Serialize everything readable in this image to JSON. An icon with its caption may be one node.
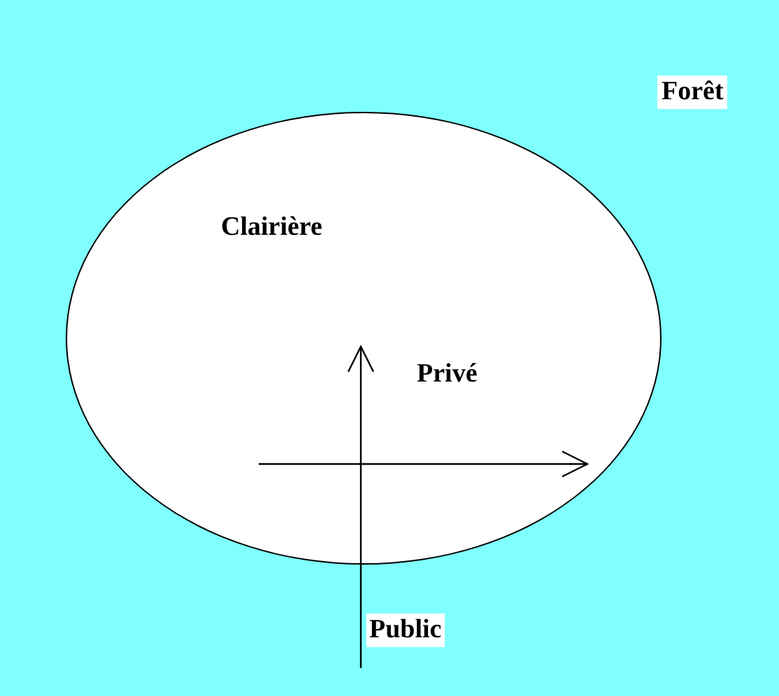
{
  "diagram": {
    "nodes": [
      {
        "text": [
          "Forêt"
        ]
      },
      {
        "text": [
          "Clairière"
        ],
        "in": 0
      }
    ],
    "labels": [
      "Privé",
      "Public"
    ]
  }
}
